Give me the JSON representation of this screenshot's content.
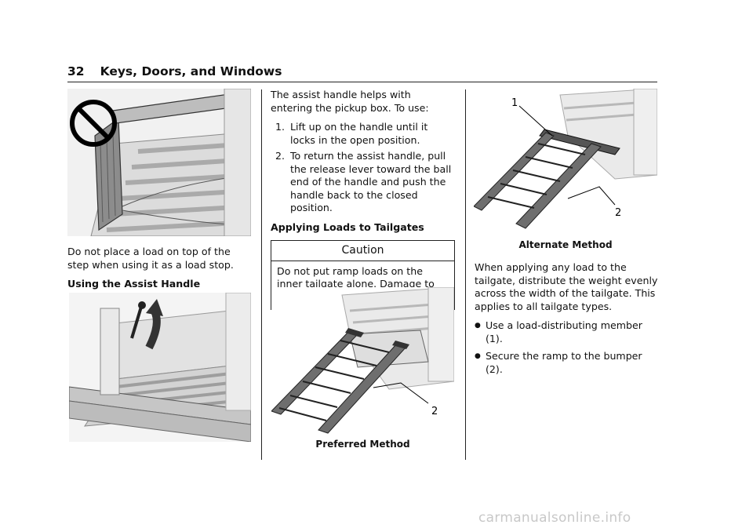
{
  "header": {
    "page_number": "32",
    "section_title": "Keys, Doors, and Windows"
  },
  "col1": {
    "para1": "Do not place a load on top of the step when using it as a load stop.",
    "subhead": "Using the Assist Handle"
  },
  "col2": {
    "intro": "The assist handle helps with entering the pickup box. To use:",
    "steps": [
      {
        "num": "1.",
        "text": "Lift up on the handle until it locks in the open position."
      },
      {
        "num": "2.",
        "text": "To return the assist handle, pull the release lever toward the ball end of the handle and push the handle back to the closed position."
      }
    ],
    "subhead": "Applying Loads to Tailgates",
    "caution": {
      "title": "Caution",
      "body": "Do not put ramp loads on the inner tailgate alone. Damage to the inner tailgate may occur."
    },
    "figure": {
      "callout": "2",
      "caption": "Preferred Method"
    }
  },
  "col3": {
    "figure": {
      "callout_1": "1",
      "callout_2": "2",
      "caption": "Alternate Method"
    },
    "para": "When applying any load to the tailgate, distribute the weight evenly across the width of the tailgate. This applies to all tailgate types.",
    "bullets": [
      "Use a load-distributing member (1).",
      "Secure the ramp to the bumper (2)."
    ]
  },
  "watermark": "carmanualsonline.info"
}
